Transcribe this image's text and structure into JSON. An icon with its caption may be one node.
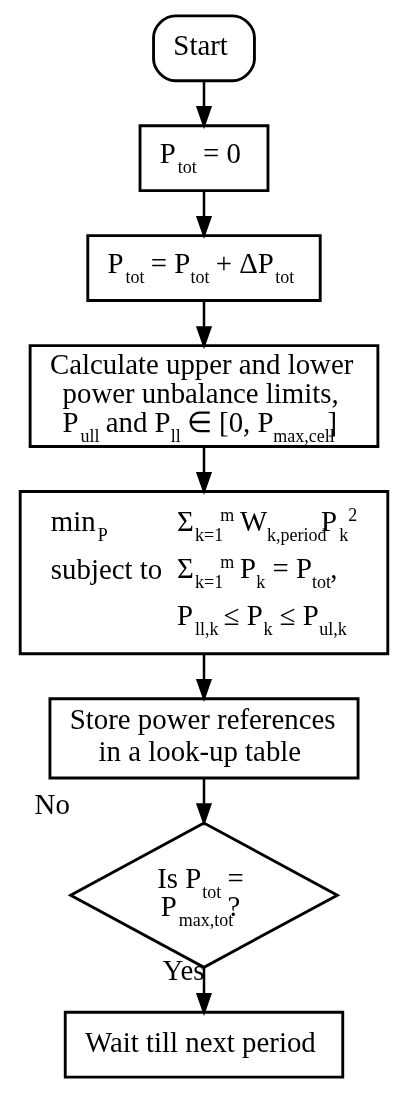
{
  "diagram": {
    "nodes": [
      {
        "text": [
          "Start"
        ]
      },
      {
        "text": [
          "P$_{tot}$ = 0"
        ]
      },
      {
        "text": [
          "P$_{tot}$ = P$_{tot}$ + ΔP$_{tot}$"
        ]
      },
      {
        "text": [
          "Calculate upper and lower power unbalance limits, P$_{ull}$ and P$_{ll}$ ∈ [0, P$_{max,cell}$]"
        ]
      },
      {
        "text": [
          "min$_{P}$",
          "Σ$_{k=1}$$^{m}$ W$_{k,period}$P$_{k}$$^{2}$",
          "subject to",
          "Σ$_{k=1}$$^{m}$ P$_{k}$ = P$_{tot}$,",
          "P$_{ll,k}$ ≤ P$_{k}$ ≤ P$_{ul,k}$"
        ]
      },
      {
        "text": [
          "Store power references in a look-up table"
        ]
      },
      {
        "text": [
          "Is P$_{tot}$ = P$_{max,tot}$?"
        ],
        "beside": [
          "No"
        ]
      },
      {
        "text": [
          "Wait till next period"
        ]
      }
    ],
    "edges": [
      {
        "from": 0,
        "to": 1,
        "arrow": "to"
      },
      {
        "from": 1,
        "to": 2,
        "arrow": "to"
      },
      {
        "from": 2,
        "to": 3,
        "arrow": "to"
      },
      {
        "from": 3,
        "to": 4,
        "arrow": "to"
      },
      {
        "from": 4,
        "to": 5,
        "arrow": "to"
      },
      {
        "from": 5,
        "to": 6,
        "arrow": "to"
      },
      {
        "from": 6,
        "to": 7,
        "arrow": "to",
        "label": "Yes"
      }
    ]
  }
}
